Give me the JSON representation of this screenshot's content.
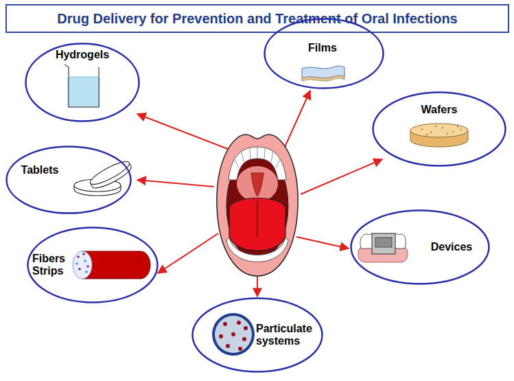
{
  "diagram": {
    "title": "Drug Delivery for Prevention and Treatment of Oral Infections",
    "nodes": [
      {
        "text": [
          "Hydrogels"
        ]
      },
      {
        "text": [
          "Films"
        ]
      },
      {
        "text": [
          "Wafers"
        ]
      },
      {
        "text": [
          "Tablets"
        ]
      },
      {
        "text": [
          "Devices"
        ]
      },
      {
        "text": [
          "Fibers Strips"
        ]
      },
      {
        "text": [
          "Particulate systems"
        ]
      }
    ]
  }
}
